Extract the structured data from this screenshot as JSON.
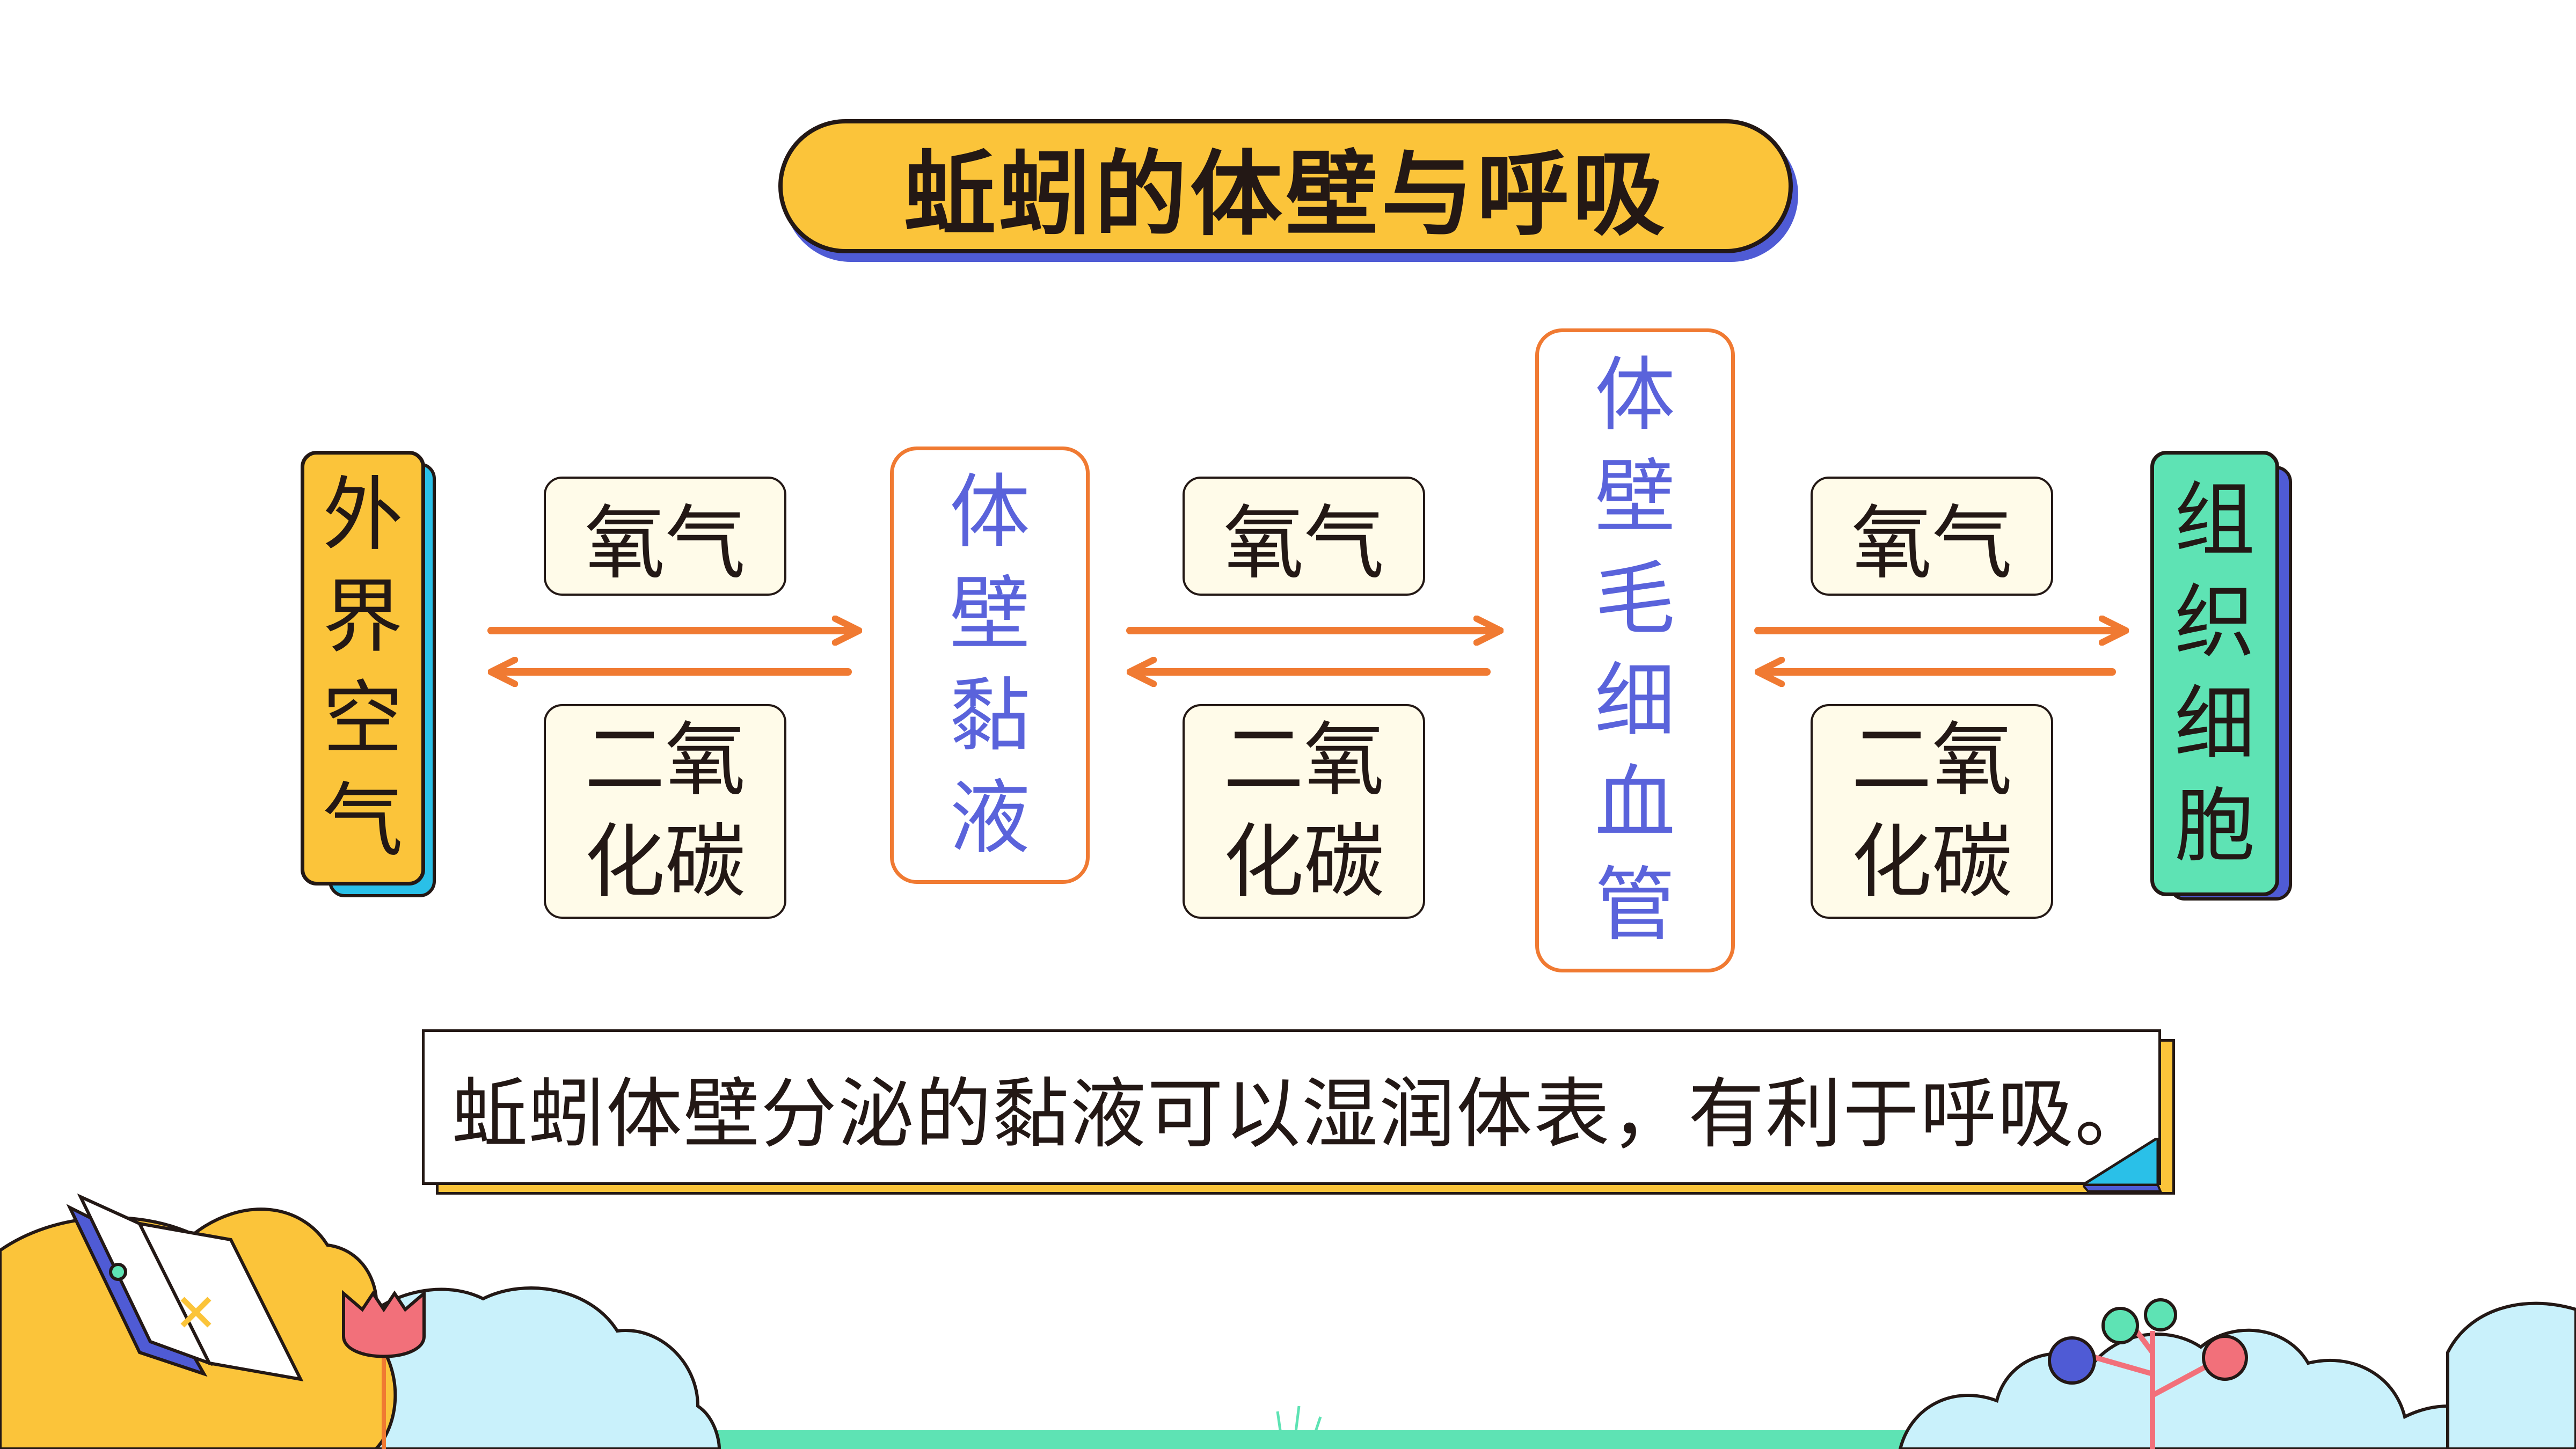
{
  "title": "蚯蚓的体壁与呼吸",
  "nodes": {
    "outside_air": [
      "外",
      "界",
      "空",
      "气"
    ],
    "body_wall_mucus": [
      "体",
      "壁",
      "黏",
      "液"
    ],
    "body_wall_capillary": [
      "体",
      "壁",
      "毛",
      "细",
      "血",
      "管"
    ],
    "tissue_cells": [
      "组",
      "织",
      "细",
      "胞"
    ]
  },
  "gases": {
    "oxygen": "氧气",
    "co2_line1": "二氧",
    "co2_line2": "化碳"
  },
  "note": "蚯蚓体壁分泌的黏液可以湿润体表，有利于呼吸。",
  "colors": {
    "title_fill": "#fbc43a",
    "title_shadow": "#4f5bd5",
    "outside_air_fill": "#fbc43a",
    "outside_air_shadow": "#2ac0e8",
    "tissue_cells_fill": "#5ee3b4",
    "tissue_cells_shadow": "#4f5bd5",
    "arrow": "#f07a32",
    "mid_text": "#5a63db"
  }
}
